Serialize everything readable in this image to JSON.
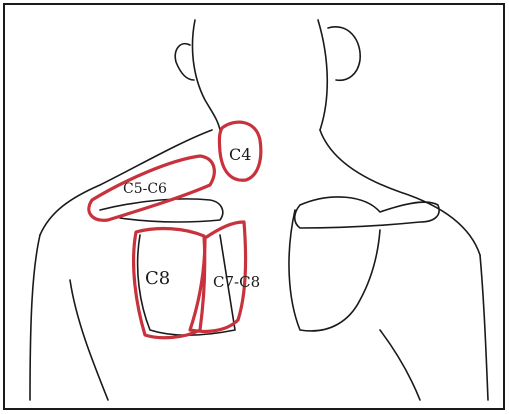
{
  "figure": {
    "frame_color": "#1a1a1a",
    "ink_color": "#1a1a1a",
    "zone_color": "#c8323c"
  },
  "regions": [
    {
      "id": "c4",
      "label": "C4"
    },
    {
      "id": "c5-c6",
      "label": "C5-C6"
    },
    {
      "id": "c8",
      "label": "C8"
    },
    {
      "id": "c7-c8",
      "label": "C7-C8"
    }
  ]
}
